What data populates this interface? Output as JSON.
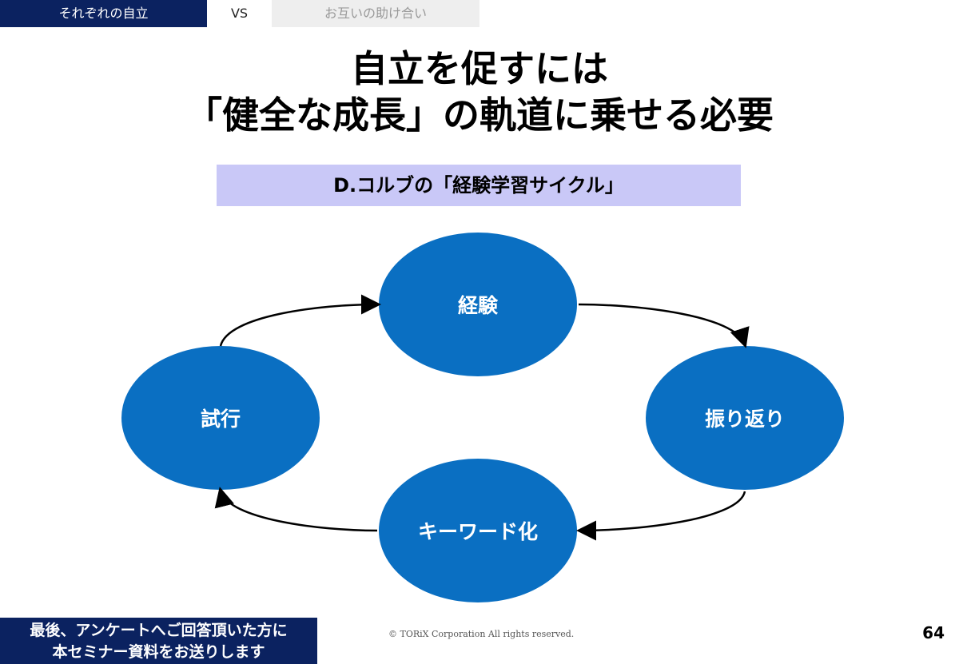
{
  "tabs": [
    {
      "label": "それぞれの自立"
    },
    {
      "label": "VS"
    },
    {
      "label": "お互いの助け合い"
    }
  ],
  "title": {
    "line1": "自立を促すには",
    "line2": "「健全な成長」の軌道に乗せる必要"
  },
  "subtitle": "D.コルブの「経験学習サイクル」",
  "cycle": {
    "nodes": [
      {
        "label": "経験"
      },
      {
        "label": "振り返り"
      },
      {
        "label": "キーワード化"
      },
      {
        "label": "試行"
      }
    ],
    "color": "#0a6fc2"
  },
  "footer": {
    "cta_line1": "最後、アンケートへご回答頂いた方に",
    "cta_line2": "本セミナー資料をお送りします",
    "copyright": "© TORiX Corporation All rights reserved.",
    "page": "64"
  }
}
